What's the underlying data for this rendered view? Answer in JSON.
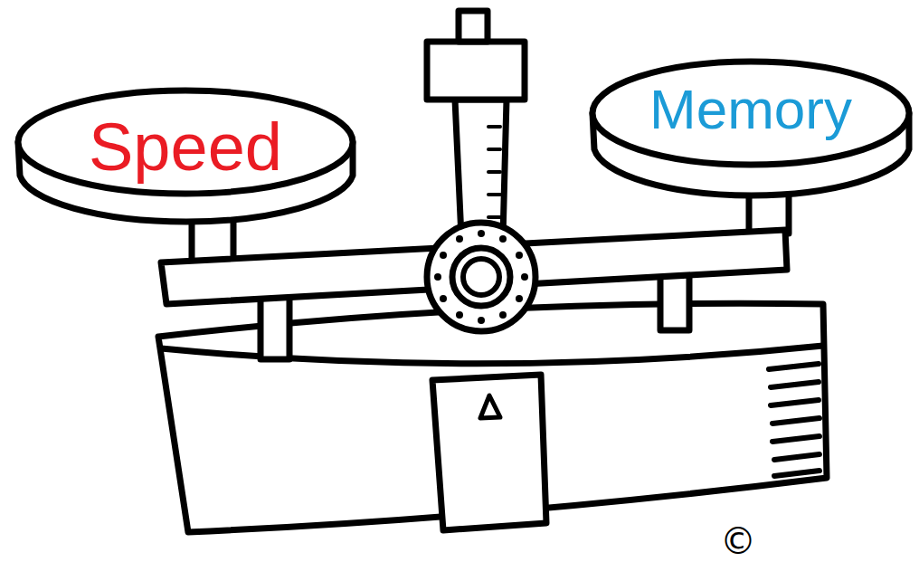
{
  "diagram": {
    "nodes": [
      {
        "text": [
          "Speed"
        ]
      },
      {
        "text": [
          "Memory"
        ]
      }
    ],
    "labels": [
      "©"
    ]
  }
}
